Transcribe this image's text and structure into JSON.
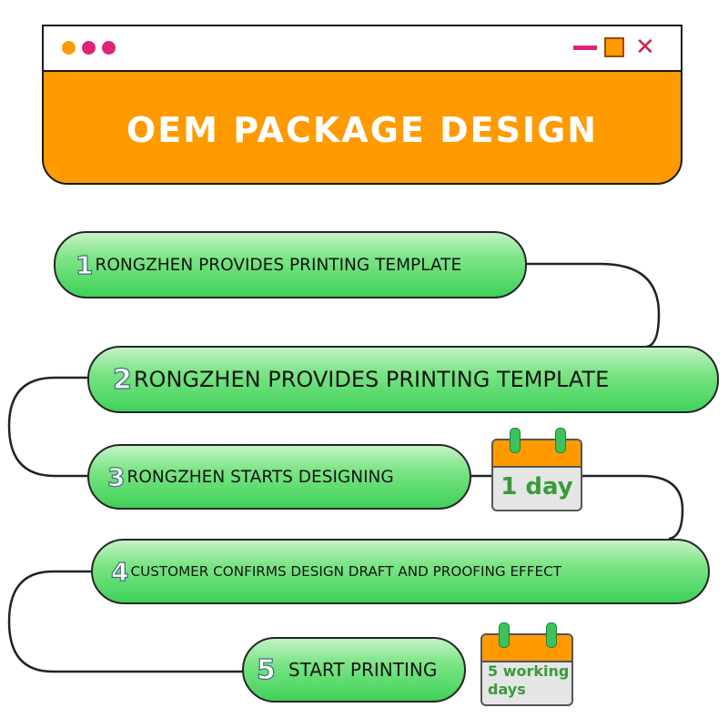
{
  "window": {
    "title": "OEM PACKAGE DESIGN",
    "dot_colors": [
      "#ff9a00",
      "#e0227a",
      "#e0227a"
    ]
  },
  "steps": [
    {
      "number": "1",
      "label": "RONGZHEN PROVIDES PRINTING TEMPLATE"
    },
    {
      "number": "2",
      "label": "RONGZHEN PROVIDES PRINTING TEMPLATE"
    },
    {
      "number": "3",
      "label": "RONGZHEN STARTS DESIGNING"
    },
    {
      "number": "4",
      "label": "CUSTOMER CONFIRMS DESIGN DRAFT AND PROOFING EFFECT"
    },
    {
      "number": "5",
      "label": "START PRINTING"
    }
  ],
  "calendars": [
    {
      "text": "1 day"
    },
    {
      "text_line1": "5 working",
      "text_line2": "days"
    }
  ],
  "colors": {
    "accent_orange": "#ff9a00",
    "pill_green": "#3fd159",
    "calendar_text": "#3a9a3a"
  }
}
